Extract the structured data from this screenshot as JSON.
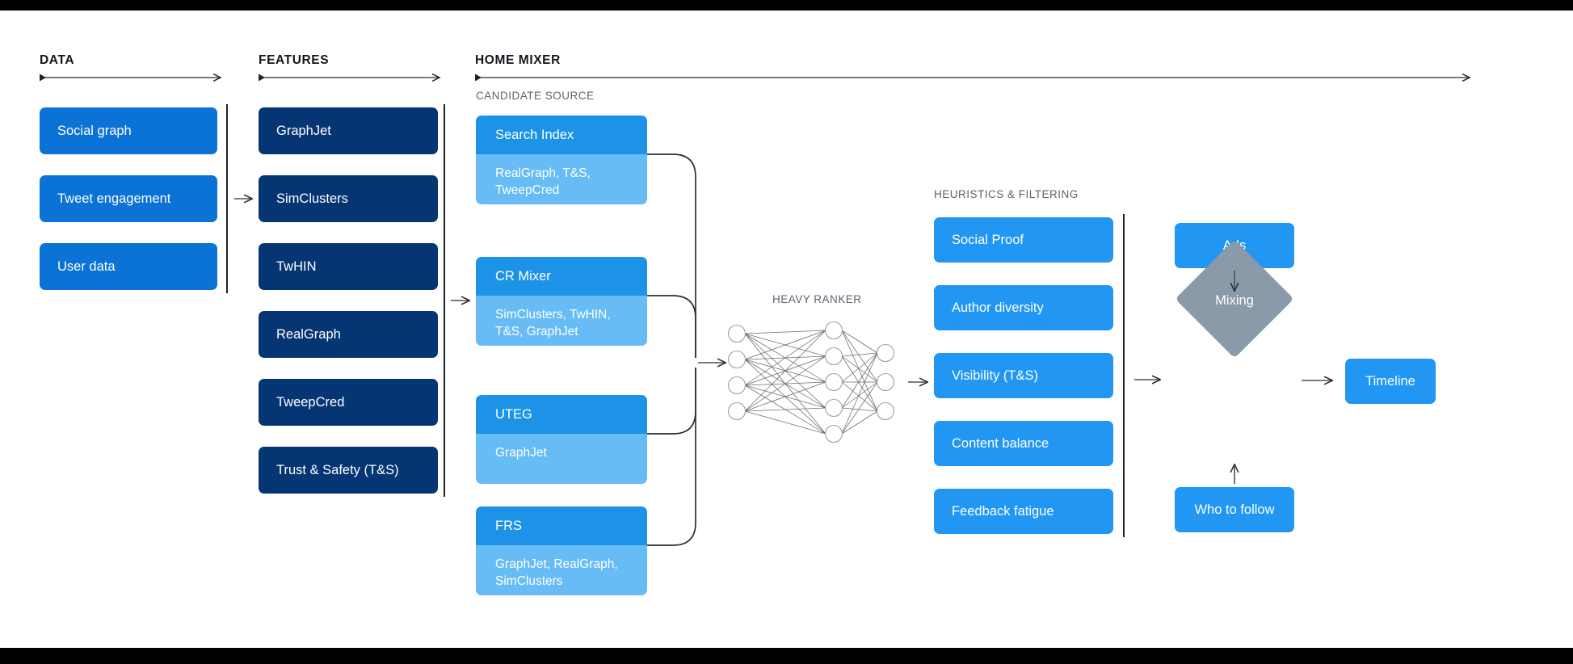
{
  "stages": [
    {
      "key": "data",
      "label": "DATA"
    },
    {
      "key": "features",
      "label": "FEATURES"
    },
    {
      "key": "mixer",
      "label": "HOME MIXER"
    }
  ],
  "section_labels": {
    "candidate_source": "CANDIDATE SOURCE",
    "heavy_ranker": "HEAVY RANKER",
    "heuristics": "HEURISTICS & FILTERING"
  },
  "data_boxes": [
    {
      "label": "Social graph"
    },
    {
      "label": "Tweet engagement"
    },
    {
      "label": "User data"
    }
  ],
  "feature_boxes": [
    {
      "label": "GraphJet"
    },
    {
      "label": "SimClusters"
    },
    {
      "label": "TwHIN"
    },
    {
      "label": "RealGraph"
    },
    {
      "label": "TweepCred"
    },
    {
      "label": "Trust & Safety (T&S)"
    }
  ],
  "candidate_sources": [
    {
      "title": "Search Index",
      "features": "RealGraph, T&S, TweepCred"
    },
    {
      "title": "CR Mixer",
      "features": "SimClusters, TwHIN, T&S, GraphJet"
    },
    {
      "title": "UTEG",
      "features": "GraphJet"
    },
    {
      "title": "FRS",
      "features": "GraphJet, RealGraph, SimClusters"
    }
  ],
  "heuristics_boxes": [
    {
      "label": "Social Proof"
    },
    {
      "label": "Author diversity"
    },
    {
      "label": "Visibility (T&S)"
    },
    {
      "label": "Content balance"
    },
    {
      "label": "Feedback fatigue"
    }
  ],
  "outputs": {
    "ads": "Ads",
    "who_to_follow": "Who to follow",
    "mixing": "Mixing",
    "timeline": "Timeline"
  },
  "heavy_ranker": {
    "input_nodes": 4,
    "hidden_nodes": 5,
    "output_nodes": 3
  },
  "colors": {
    "data_box": "#0b72d6",
    "feature_box": "#063573",
    "candidate_header": "#1d93e8",
    "candidate_body": "#67bcf5",
    "heuristic_box": "#2196f3",
    "output_box": "#2196f3",
    "mixing_diamond": "#8a9aa8",
    "rail": "#1d232b",
    "connector": "#2b2f36",
    "canvas": "#ffffff",
    "letterbox": "#000000",
    "stage_title": "#12161c",
    "sub_title": "#5b6472"
  }
}
